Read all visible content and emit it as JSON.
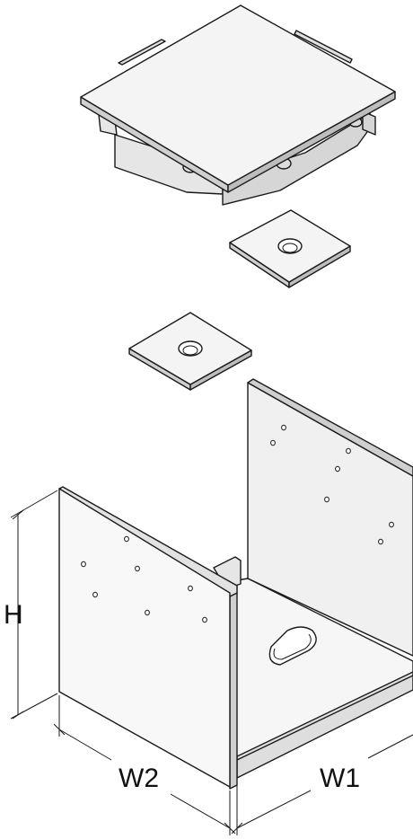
{
  "diagram": {
    "labels": {
      "height": "H",
      "width_left": "W2",
      "width_right": "W1"
    },
    "parts": [
      "cap-plate",
      "square-washer",
      "square-washer",
      "u-bracket-base"
    ],
    "colors": {
      "stroke": "#1a1a1a",
      "face_light": "#f4f4f4",
      "face_mid": "#e6e6e6",
      "face_dark": "#cfcfcf",
      "hole": "#ffffff"
    }
  }
}
